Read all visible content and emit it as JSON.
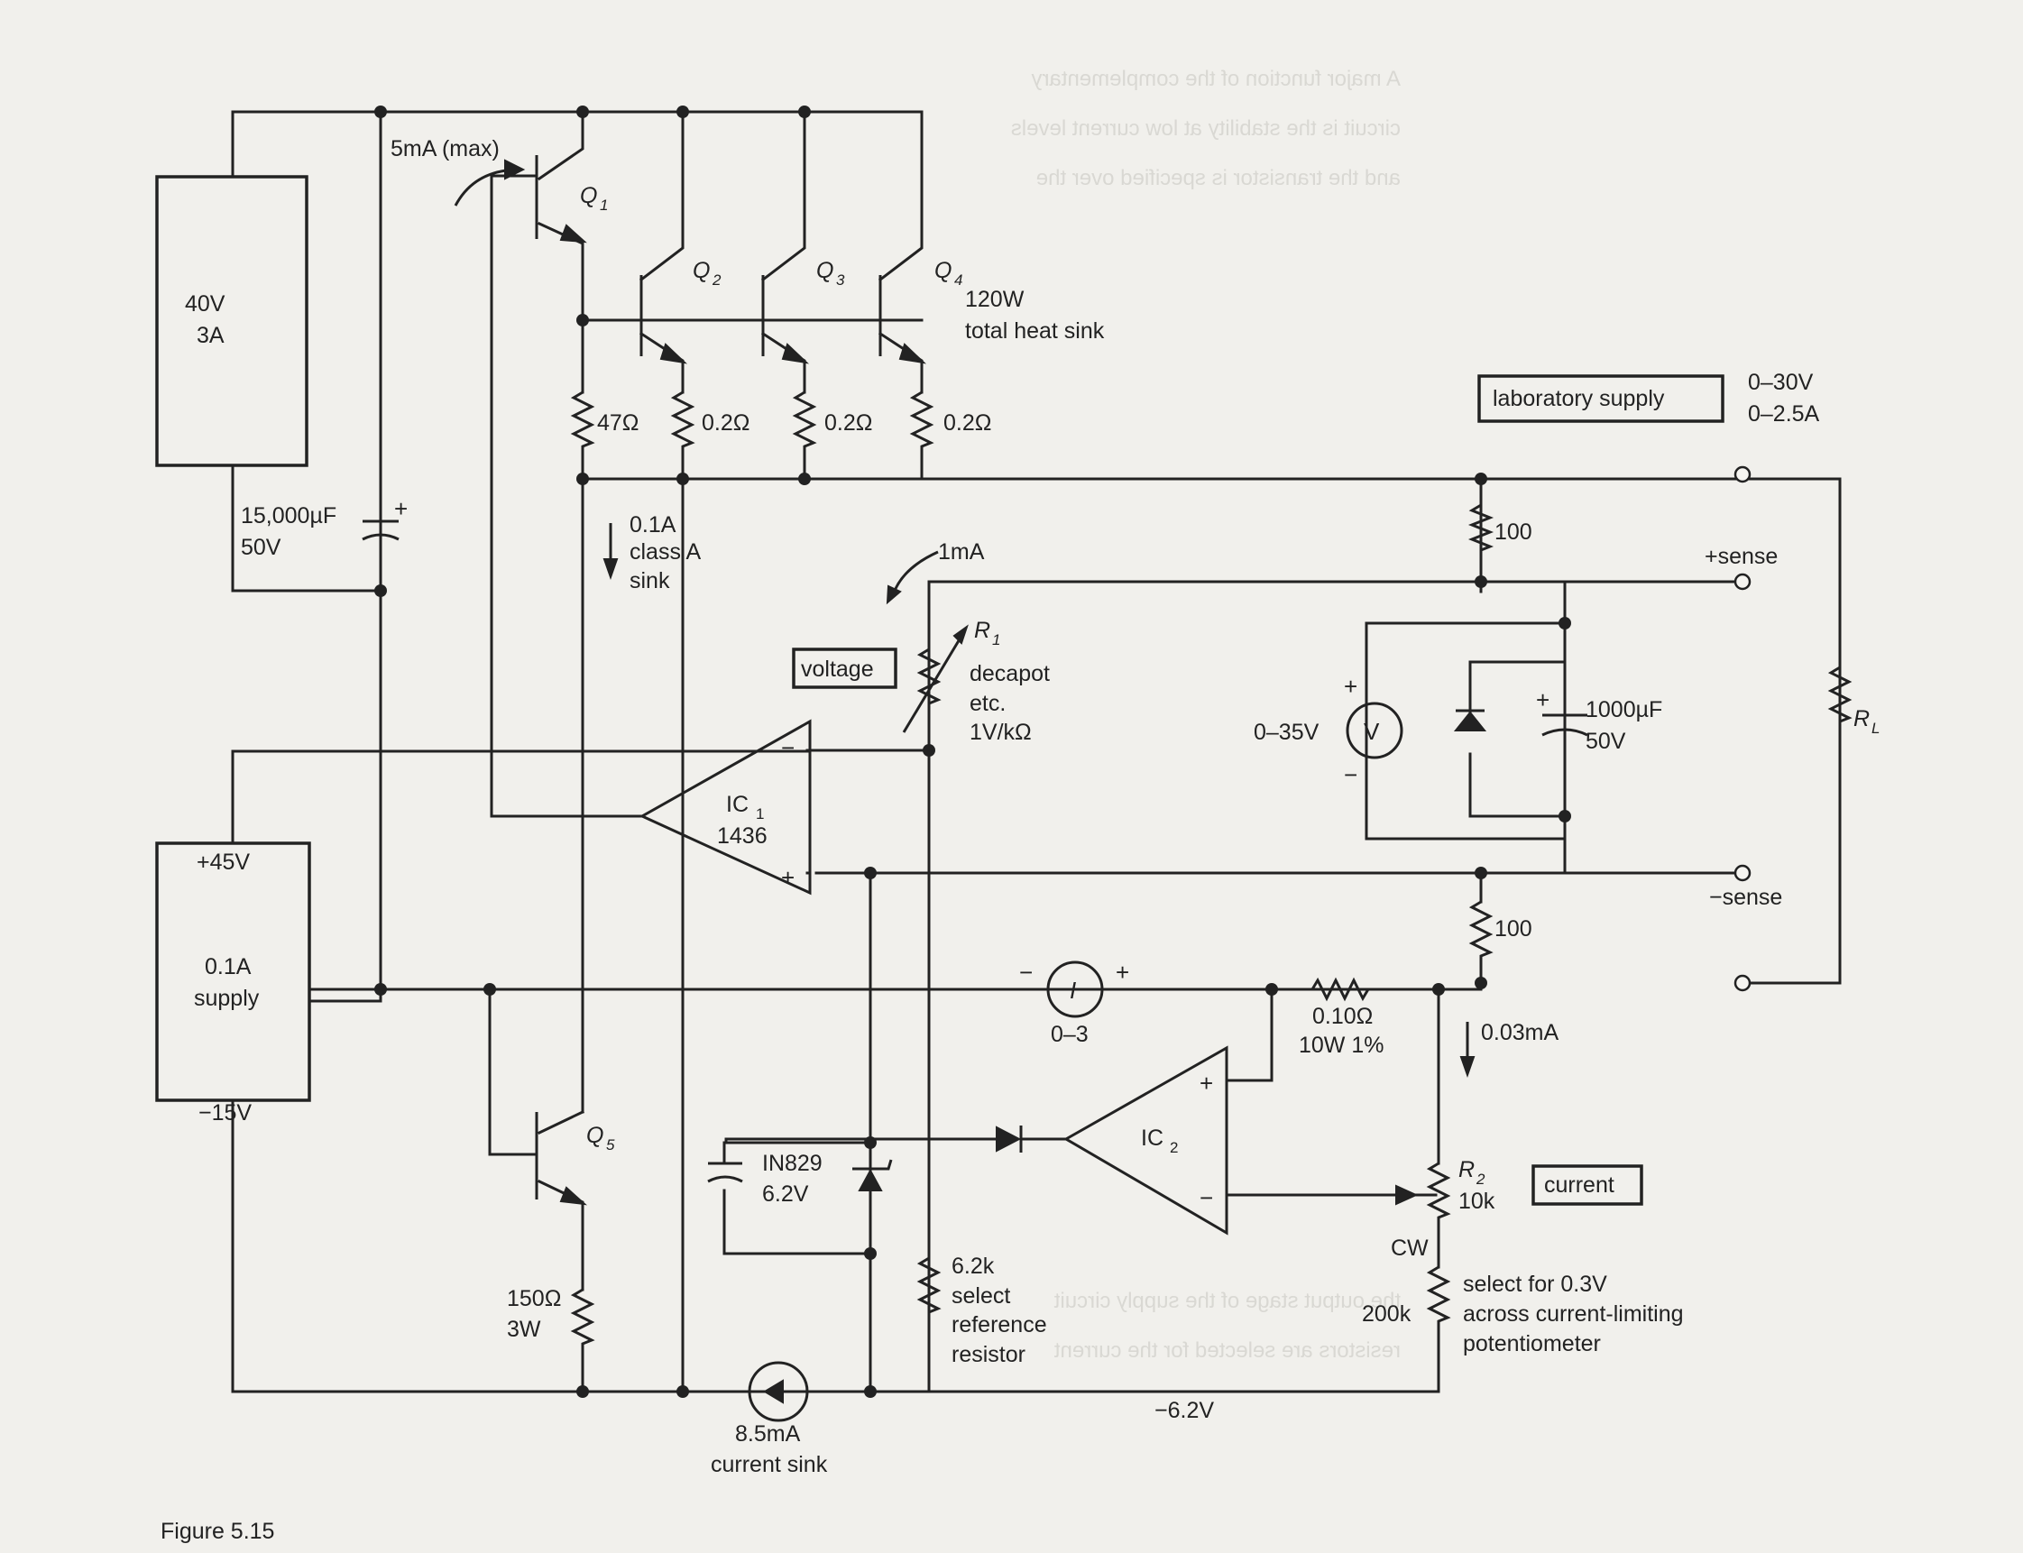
{
  "figure_caption": "Figure 5.15",
  "blocks": {
    "supply_main": [
      "40V",
      "3A"
    ],
    "supply_aux": {
      "plus": "+45V",
      "mid": [
        "0.1A",
        "supply"
      ],
      "minus": "−15V"
    },
    "laboratory_supply": "laboratory supply",
    "voltage_box": "voltage",
    "current_box": "current"
  },
  "transistors": {
    "q1": "Q",
    "q1_sub": "1",
    "q2": "Q",
    "q2_sub": "2",
    "q3": "Q",
    "q3_sub": "3",
    "q4": "Q",
    "q4_sub": "4",
    "q5": "Q",
    "q5_sub": "5"
  },
  "labels": {
    "q1_current": "5mA (max)",
    "heat_sink": [
      "120W",
      "total heat sink"
    ],
    "r47": "47Ω",
    "r02a": "0.2Ω",
    "r02b": "0.2Ω",
    "r02c": "0.2Ω",
    "cap_main": [
      "15,000µF",
      "50V"
    ],
    "class_a": [
      "0.1A",
      "class A",
      "sink"
    ],
    "one_ma": "1mA",
    "r1_name": "R",
    "r1_sub": "1",
    "r1_desc": [
      "decapot",
      "etc.",
      "1V/kΩ"
    ],
    "ic1": [
      "IC",
      "1",
      "1436"
    ],
    "ic2": [
      "IC",
      "2"
    ],
    "ratings": [
      "0–30V",
      "0–2.5A"
    ],
    "r100_top": "100",
    "plus_sense": "+sense",
    "minus_sense": "−sense",
    "r100_bottom": "100",
    "voltmeter_range": "0–35V",
    "voltmeter_symbol": "V",
    "cap_out": [
      "1000µF",
      "50V"
    ],
    "rl_name": "R",
    "rl_sub": "L",
    "ammeter_symbol": "I",
    "ammeter_range": "0–3",
    "shunt": [
      "0.10Ω",
      "10W 1%"
    ],
    "point03ma": "0.03mA",
    "r2_name": "R",
    "r2_sub": "2",
    "r2_value": "10k",
    "cw": "CW",
    "r200k": "200k",
    "select_note": [
      "select for 0.3V",
      "across current-limiting",
      "potentiometer"
    ],
    "r150": [
      "150Ω",
      "3W"
    ],
    "zener": [
      "IN829",
      "6.2V"
    ],
    "r62k": [
      "6.2k",
      "select",
      "reference",
      "resistor"
    ],
    "current_sink": [
      "8.5mA",
      "current sink"
    ],
    "neg_rail": "−6.2V"
  },
  "colors": {
    "ink": "#222222",
    "paper": "#f1f0ec"
  }
}
